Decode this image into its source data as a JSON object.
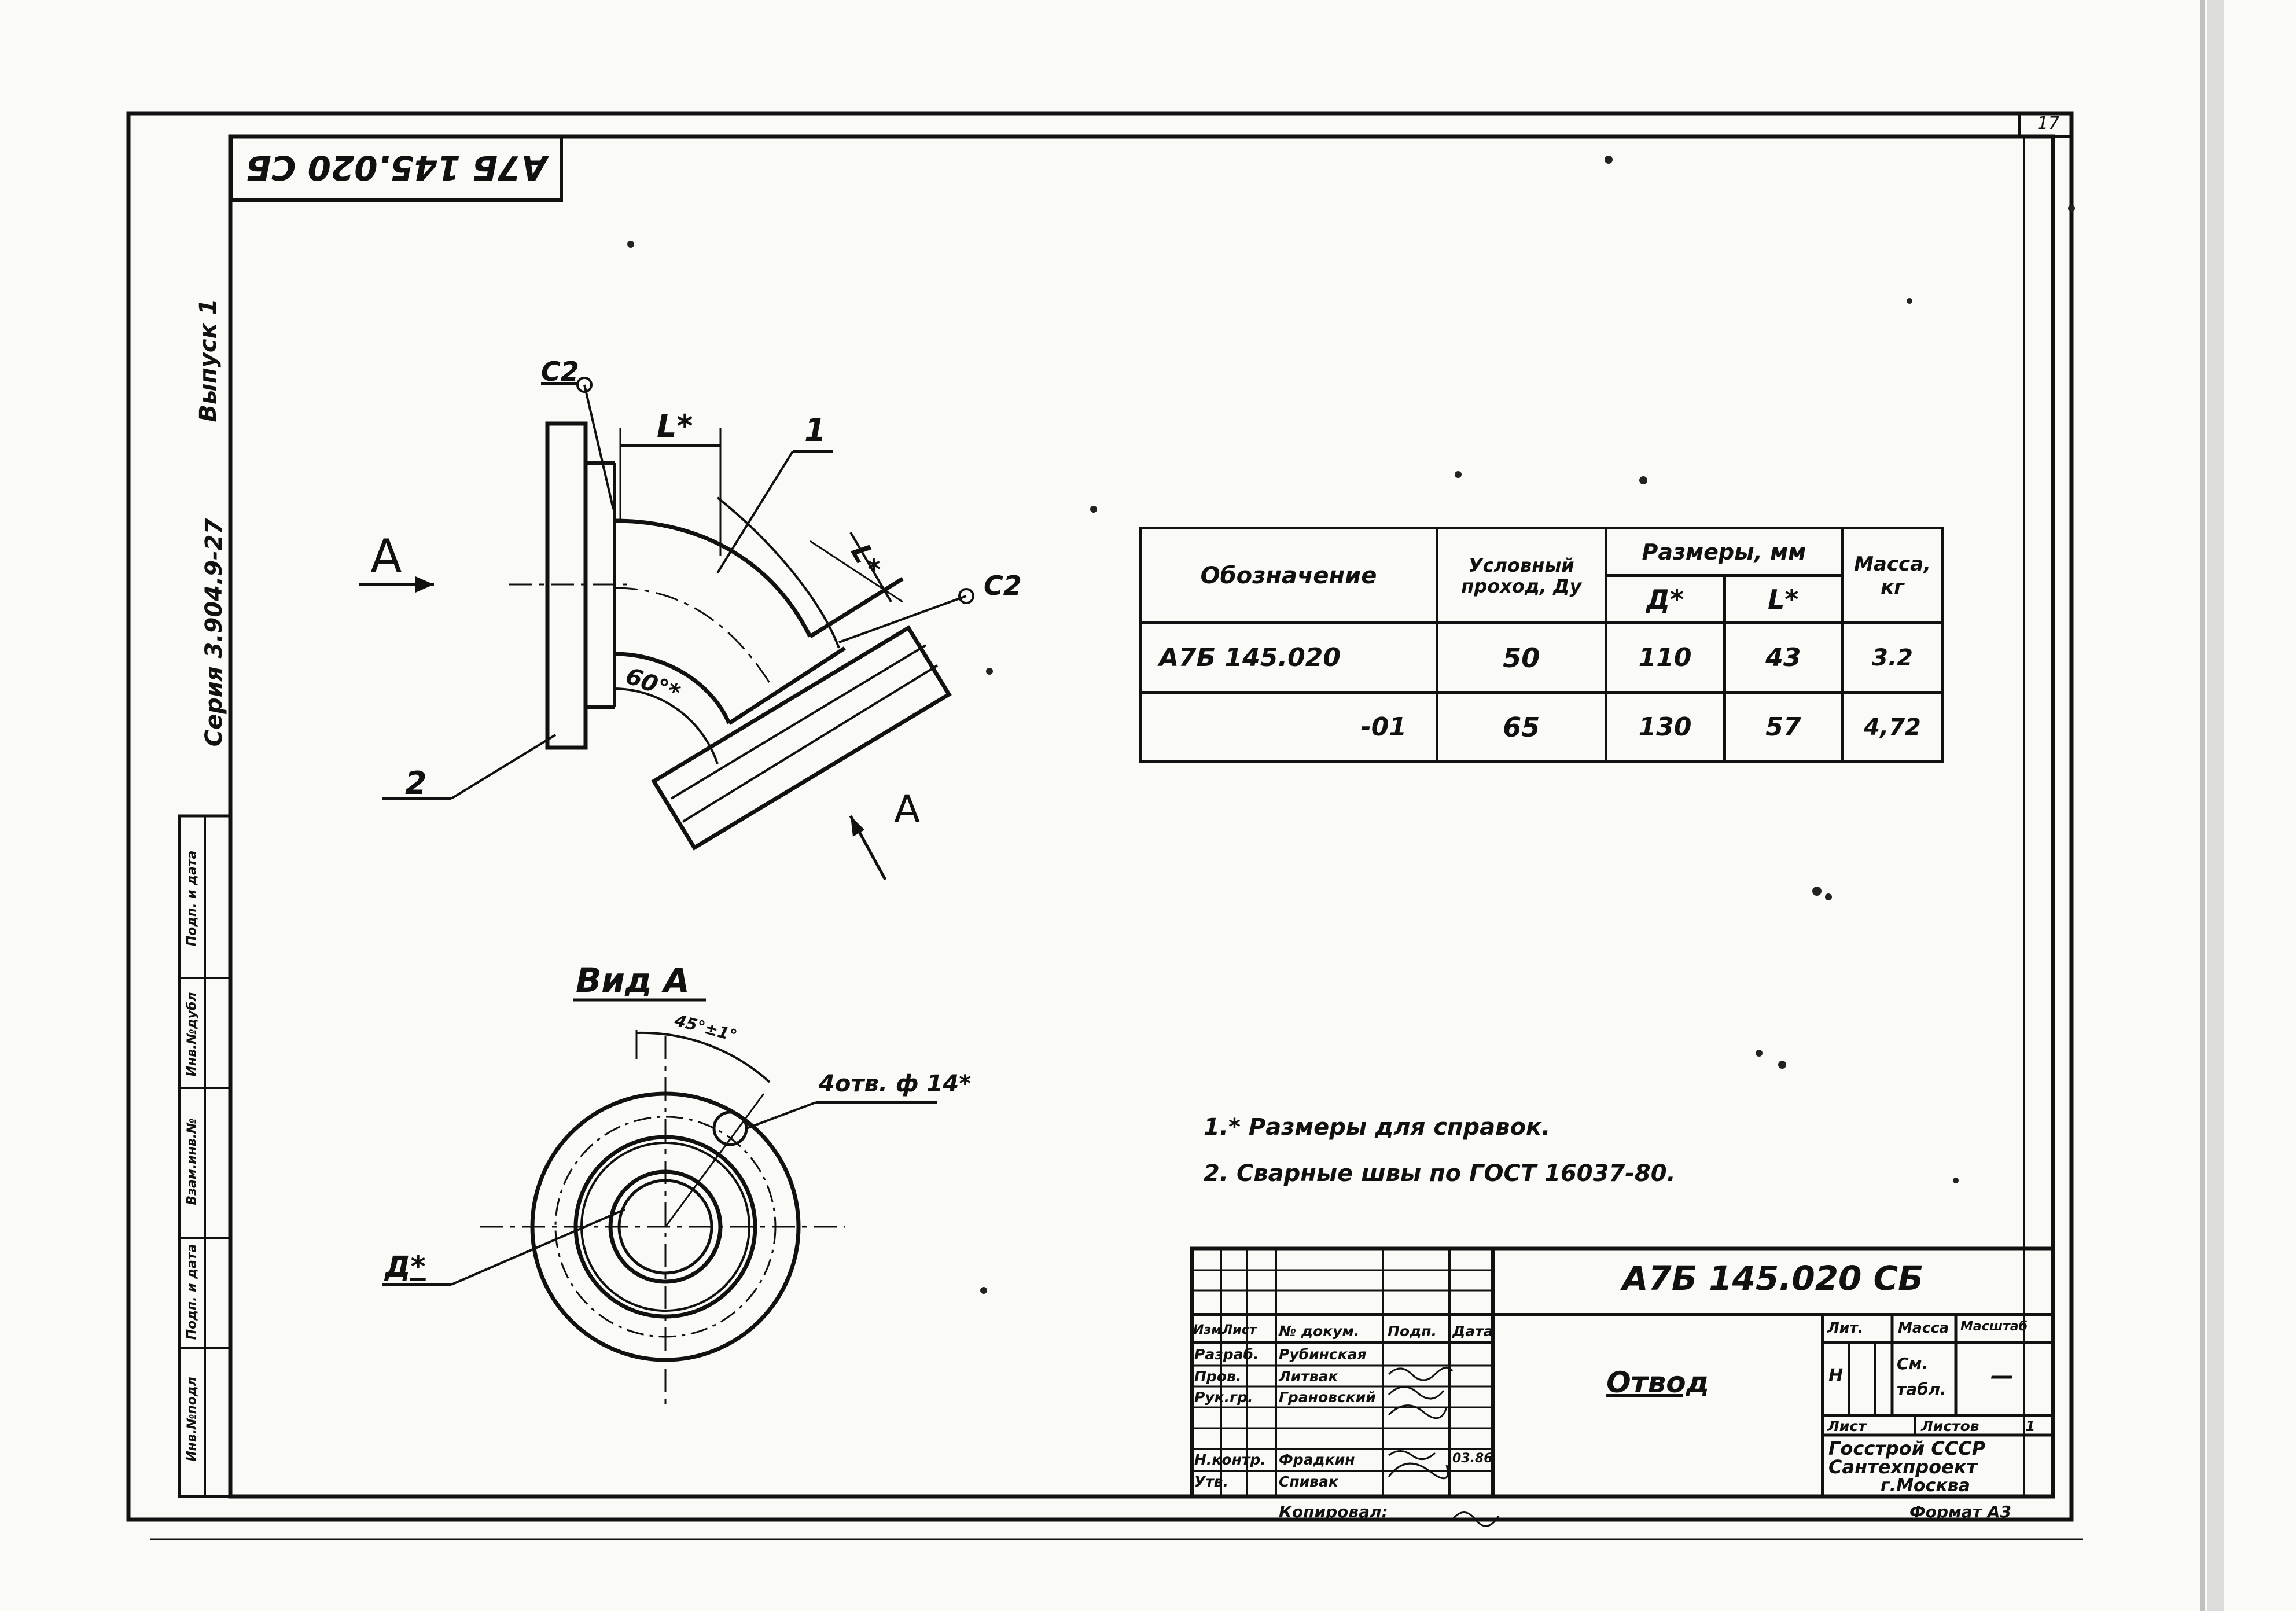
{
  "stamp": {
    "code_rotated": "А7Б 145.020 СБ"
  },
  "sheet_corner_number": "17",
  "side_text": {
    "series": "Серия 3.904.9-27",
    "issue": "Выпуск 1",
    "archive_labels": [
      "Инв.№подл",
      "Подп. и дата",
      "Взам.инв.№",
      "Инв.№дубл",
      "Подп. и дата"
    ]
  },
  "view_labels": {
    "arrow_a_left": "А",
    "arrow_a_right": "А",
    "weld_c2_top": "С2",
    "weld_c2_right": "С2",
    "dim_l_top": "L*",
    "dim_l_side": "L*",
    "part_1": "1",
    "part_2": "2",
    "angle": "60°*",
    "view_a_title": "Вид А",
    "angle_45": "45°±1°",
    "holes": "4отв. ф 14*",
    "dim_d": "Д*"
  },
  "spec_table": {
    "headers": {
      "designation": "Обозначение",
      "nominal": "Условный проход, Ду",
      "sizes": "Размеры, мм",
      "d": "Д*",
      "l": "L*",
      "mass": "Масса, кг"
    },
    "rows": [
      {
        "designation": "А7Б 145.020",
        "dy": "50",
        "d": "110",
        "l": "43",
        "mass": "3.2"
      },
      {
        "designation": "-01",
        "dy": "65",
        "d": "130",
        "l": "57",
        "mass": "4,72"
      }
    ]
  },
  "notes": [
    "1.* Размеры для справок.",
    "2. Сварные швы по ГОСТ 16037-80."
  ],
  "title_block": {
    "doc_code": "А7Б 145.020 СБ",
    "name": "Отвод",
    "col_headers": [
      "Изм.",
      "Лист",
      "№ докум.",
      "Подп.",
      "Дата"
    ],
    "roles": [
      "Разраб.",
      "Пров.",
      "Рук.гр.",
      "",
      "Н.контр.",
      "Утв."
    ],
    "people": [
      "Рубинская",
      "Литвак",
      "Грановский",
      "",
      "Фрадкин",
      "Спивак"
    ],
    "date_value": "03.86",
    "lit_label": "Лит.",
    "mass_label": "Масса",
    "scale_label": "Масштаб",
    "lit_value": "Н",
    "mass_value": "См. табл.",
    "scale_value": "—",
    "sheet_label": "Лист",
    "sheets_label": "Листов",
    "sheets_value": "1",
    "org_line1": "Госстрой СССР",
    "org_line2": "Сантехпроект",
    "org_line3": "г.Москва",
    "copied_label": "Копировал:",
    "format_label": "Формат А3"
  },
  "colors": {
    "ink": "#111111",
    "paper": "#fafaf7"
  }
}
